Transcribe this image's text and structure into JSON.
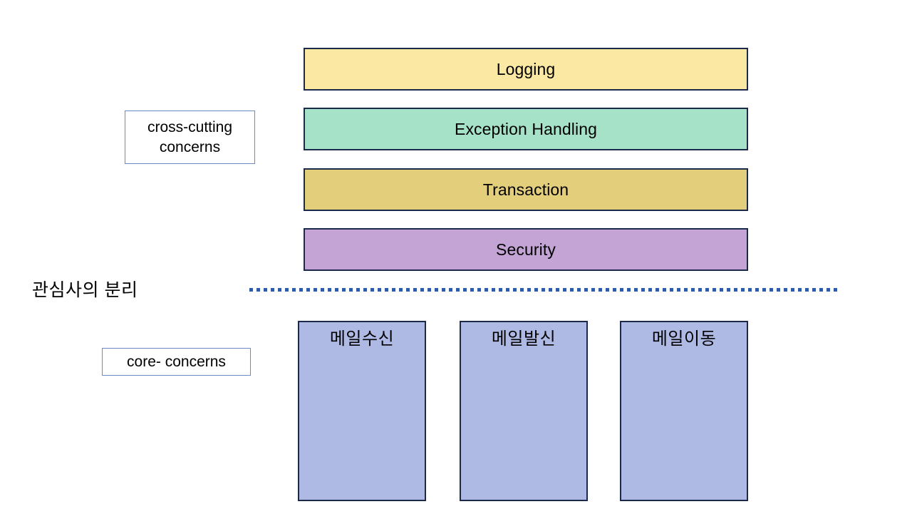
{
  "diagram": {
    "separation_title": "관심사의 분리",
    "legend": {
      "cross_cutting": "cross-cutting concerns",
      "cross_cutting_line1": "cross-cutting",
      "cross_cutting_line2": "concerns",
      "core": "core- concerns"
    },
    "cross_cutting_concerns": [
      {
        "label": "Logging",
        "color": "#fbe8a2"
      },
      {
        "label": "Exception Handling",
        "color": "#a6e2c8"
      },
      {
        "label": "Transaction",
        "color": "#e3ce7c"
      },
      {
        "label": "Security",
        "color": "#c3a4d4"
      }
    ],
    "core_concerns": [
      {
        "label": "메일수신",
        "color": "#aebae4"
      },
      {
        "label": "메일발신",
        "color": "#aebae4"
      },
      {
        "label": "메일이동",
        "color": "#aebae4"
      }
    ],
    "divider": {
      "style": "dotted",
      "color": "#2f5aa8"
    },
    "colors": {
      "box_border": "#1b2a4a",
      "legend_border": "#6a8bbf",
      "divider": "#2f5aa8",
      "background": "#ffffff"
    }
  }
}
